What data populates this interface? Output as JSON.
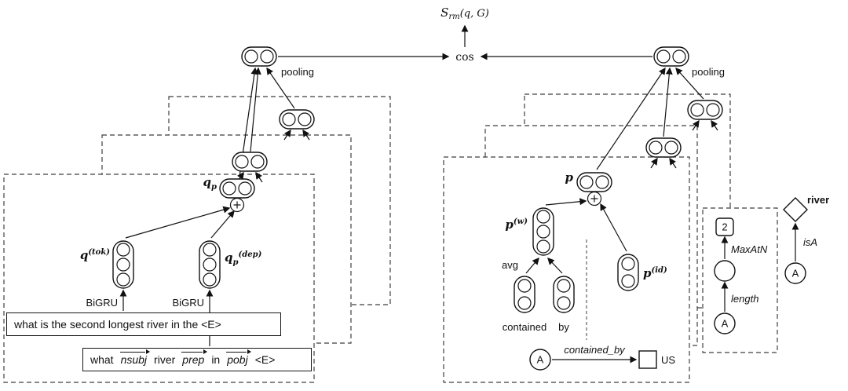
{
  "colors": {
    "background": "#ffffff",
    "ink": "#111111",
    "panel_border": "#3f3f3f"
  },
  "icons": {
    "embedding_unit": "rounded-capsule-with-circles",
    "sum": "circled-plus-icon",
    "arrowhead": "solid-black-arrowhead",
    "entity_node": "circle-A",
    "grounding_node": "empty-square",
    "type_node": "diamond"
  },
  "top": {
    "score": {
      "main": "S",
      "sub": "rm",
      "args": "(q, G)"
    },
    "cos": "cos"
  },
  "query": {
    "pooling_label": "pooling",
    "q_p": {
      "main": "q",
      "sub": "p"
    },
    "q_tok": {
      "main": "q",
      "sup": "(tok)"
    },
    "q_dep": {
      "main": "q",
      "sub": "p",
      "sup": "(dep)"
    },
    "encoder_tok": "BiGRU",
    "encoder_dep": "BiGRU",
    "sentence": "what is the second longest river in the <E>",
    "dep_tokens": [
      {
        "text": "what",
        "arc": false
      },
      {
        "text": "nsubj",
        "arc": true
      },
      {
        "text": "river",
        "arc": false
      },
      {
        "text": "prep",
        "arc": true
      },
      {
        "text": "in",
        "arc": false
      },
      {
        "text": "pobj",
        "arc": true
      },
      {
        "text": "<E>",
        "arc": false
      }
    ]
  },
  "path": {
    "pooling_label": "pooling",
    "p": "p",
    "p_w": {
      "main": "p",
      "sup": "(w)"
    },
    "p_id": {
      "main": "p",
      "sup": "(id)"
    },
    "avg": "avg",
    "word_contained": "contained",
    "word_by": "by",
    "edge": {
      "source": "A",
      "relation": "contained_by",
      "target_label": "US"
    },
    "features": {
      "count": "2",
      "maxatn": "MaxAtN",
      "length": "length",
      "node": "A"
    },
    "entity": {
      "name": "river",
      "relation": "isA",
      "node": "A"
    }
  }
}
